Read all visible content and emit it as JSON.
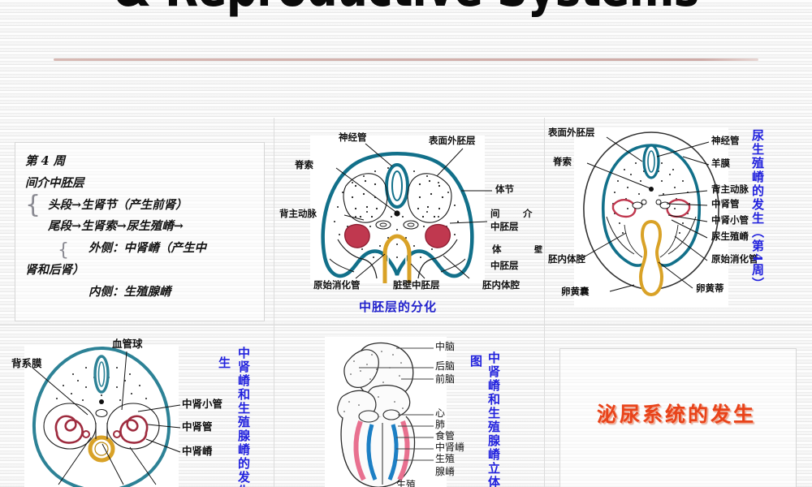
{
  "header": {
    "title": "& Reproductive Systems",
    "rule_color": "#ceaaa6"
  },
  "colors": {
    "ectoderm_teal": "#12708a",
    "aorta_crimson": "#c0384f",
    "gut_gold": "#d9a227",
    "caption_blue": "#2222cc",
    "orange_title": "#e8431a"
  },
  "slides": [
    {
      "id": "slide-1-text-outline",
      "lines": [
        "第 4 周",
        "间介中胚层",
        "头段→生肾节（产生前肾）",
        "尾段→生肾索→尿生殖嵴→",
        "外侧：中肾嵴（产生中",
        "肾和后肾）",
        "内侧：生殖腺嵴"
      ]
    },
    {
      "id": "slide-2-mesoderm-differentiation",
      "caption": "中胚层的分化",
      "labels": [
        "神经管",
        "表面外胚层",
        "脊索",
        "体节",
        "背主动脉",
        "间",
        "介",
        "中胚层",
        "体",
        "壁",
        "中胚层",
        "原始消化管",
        "脏壁中胚层",
        "胚内体腔"
      ]
    },
    {
      "id": "slide-3-urogenital-ridge",
      "vertical_caption": "尿生殖嵴的发生（第4周）",
      "labels": [
        "表面外胚层",
        "神经管",
        "脊索",
        "羊膜",
        "背主动脉",
        "中肾管",
        "中肾小管",
        "尿生殖嵴",
        "胚内体腔",
        "原始消化管",
        "卵黄囊",
        "卵黄蒂"
      ]
    },
    {
      "id": "slide-4-mesonephric-ridge",
      "vertical_caption": "中肾嵴和生殖腺嵴的发生",
      "vertical_caption_extra": "生",
      "labels": [
        "血管球",
        "背系膜",
        "中肾小管",
        "中肾管",
        "中肾嵴"
      ]
    },
    {
      "id": "slide-5-embryo-3d",
      "vertical_caption": "中肾嵴和生殖腺嵴立体示意图",
      "vertical_caption_prefix": "图",
      "labels": [
        "中脑",
        "后脑",
        "前脑",
        "心",
        "肺",
        "食管",
        "中肾嵴",
        "生殖",
        "腺嵴",
        "生殖"
      ]
    },
    {
      "id": "slide-6-urinary-system-title",
      "title": "泌尿系统的发生"
    }
  ]
}
